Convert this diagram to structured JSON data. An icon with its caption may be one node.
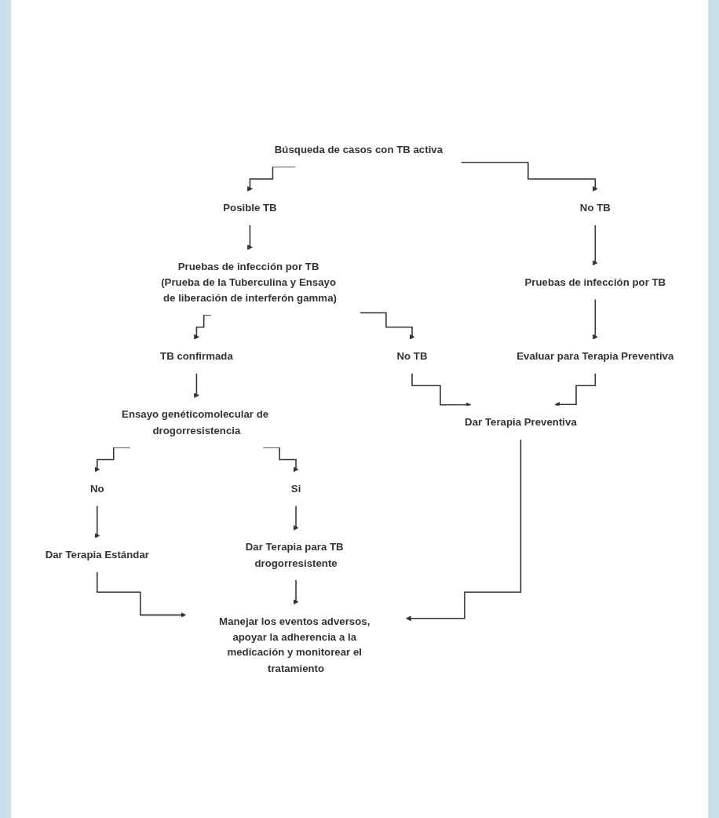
{
  "diagram": {
    "nodes": [
      {
        "text": [
          "Búsqueda de casos con TB activa"
        ]
      },
      {
        "text": [
          "Posible TB"
        ]
      },
      {
        "text": [
          "No TB"
        ]
      },
      {
        "text": [
          "Pruebas de infección por TB (Prueba de la Tuberculina y Ensayo de liberación de interferón gamma)"
        ]
      },
      {
        "text": [
          "Pruebas de infección por TB"
        ]
      },
      {
        "text": [
          "TB confirmada"
        ]
      },
      {
        "text": [
          "No TB"
        ]
      },
      {
        "text": [
          "Evaluar para Terapia Preventiva"
        ]
      },
      {
        "text": [
          "Ensayo genéticomolecular de drogorresistencia"
        ]
      },
      {
        "text": [
          "Dar Terapia Preventiva"
        ]
      },
      {
        "text": [
          "No"
        ]
      },
      {
        "text": [
          "Si"
        ]
      },
      {
        "text": [
          "Dar Terapia Estándar"
        ]
      },
      {
        "text": [
          "Dar Terapia para TB drogorresistente"
        ]
      },
      {
        "text": [
          "Manejar los eventos adversos, apoyar la adherencia a la medicación y monitorear el tratamiento"
        ]
      }
    ],
    "edges": [
      {
        "from": 0,
        "to": 1,
        "arrow": "to"
      },
      {
        "from": 0,
        "to": 2,
        "arrow": "to"
      },
      {
        "from": 1,
        "to": 3,
        "arrow": "to"
      },
      {
        "from": 2,
        "to": 4,
        "arrow": "to"
      },
      {
        "from": 3,
        "to": 5,
        "arrow": "to"
      },
      {
        "from": 3,
        "to": 6,
        "arrow": "to"
      },
      {
        "from": 4,
        "to": 7,
        "arrow": "to"
      },
      {
        "from": 7,
        "to": 9,
        "arrow": "to"
      },
      {
        "from": 6,
        "to": 9,
        "arrow": "to"
      },
      {
        "from": 5,
        "to": 8,
        "arrow": "to"
      },
      {
        "from": 8,
        "to": 10,
        "arrow": "to"
      },
      {
        "from": 8,
        "to": 11,
        "arrow": "to"
      },
      {
        "from": 10,
        "to": 12,
        "arrow": "to"
      },
      {
        "from": 11,
        "to": 13,
        "arrow": "to"
      },
      {
        "from": 12,
        "to": 14,
        "arrow": "to"
      },
      {
        "from": 13,
        "to": 14,
        "arrow": "to"
      },
      {
        "from": 9,
        "to": 14,
        "arrow": "to"
      }
    ]
  }
}
